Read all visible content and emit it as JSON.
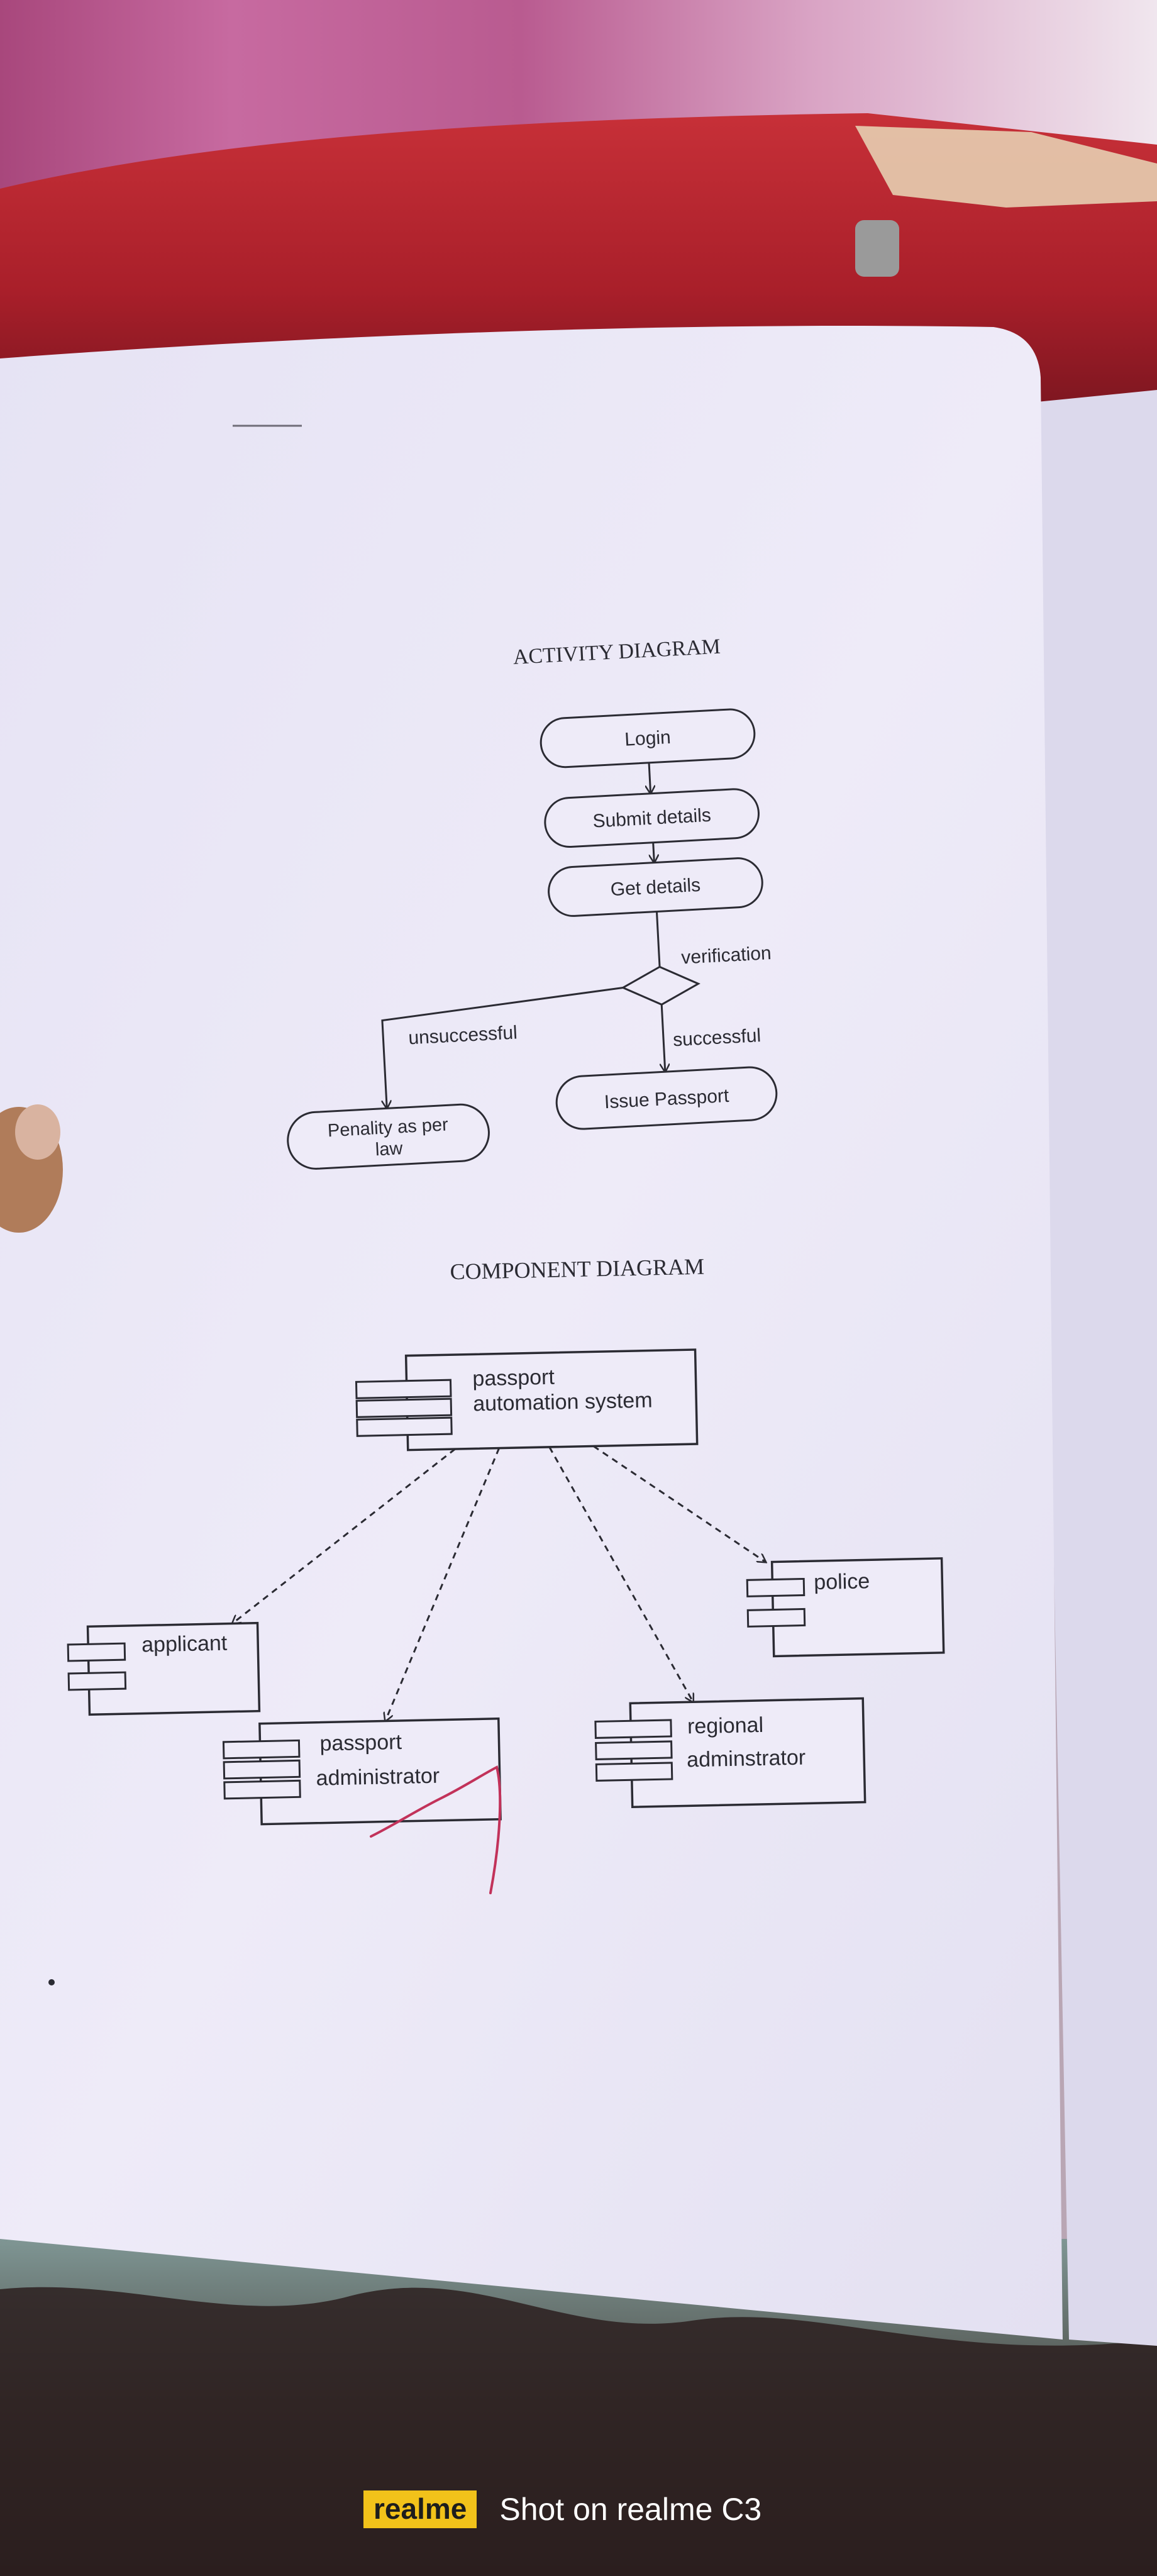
{
  "activity": {
    "title": "ACTIVITY DIAGRAM",
    "nodes": {
      "login": "Login",
      "submit": "Submit details",
      "get": "Get details",
      "issue": "Issue Passport",
      "penalty_line1": "Penality as per",
      "penalty_line2": "law"
    },
    "labels": {
      "verification": "verification",
      "unsuccessful": "unsuccessful",
      "successful": "successful"
    }
  },
  "component": {
    "title": "COMPONENT DIAGRAM",
    "main_line1": "passport",
    "main_line2": "automation system",
    "applicant": "applicant",
    "police": "police",
    "passport_admin_line1": "passport",
    "passport_admin_line2": "administrator",
    "regional_line1": "regional",
    "regional_line2": "adminstrator"
  },
  "watermark": {
    "brand": "realme",
    "text": "Shot on realme C3"
  },
  "colors": {
    "paper": "#ebe8f6",
    "ink": "#2b2b33",
    "red_bag": "#b3222c",
    "pen": "#c2325a"
  }
}
